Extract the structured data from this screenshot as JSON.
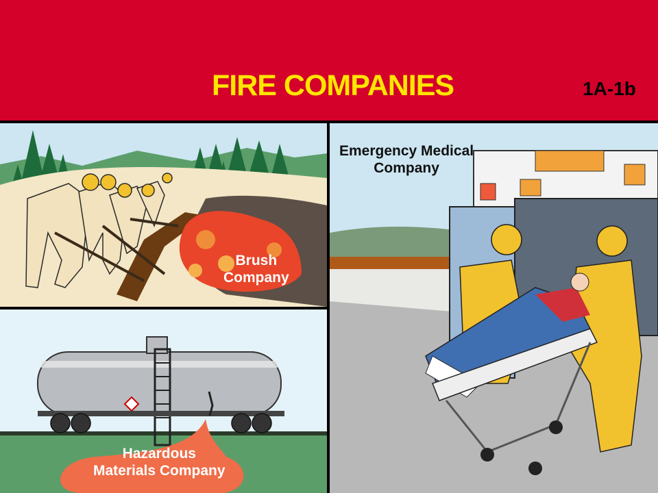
{
  "header": {
    "title": "FIRE COMPANIES",
    "code": "1A-1b"
  },
  "panels": {
    "brush": {
      "line1": "Brush",
      "line2": "Company"
    },
    "hazmat": {
      "line1": "Hazardous",
      "line2": "Materials Company"
    },
    "ems": {
      "line1": "Emergency Medical",
      "line2": "Company"
    }
  },
  "colors": {
    "header_bg": "#d4012b",
    "title": "#ffe500",
    "gear": "#f2c12e",
    "fire": "#e8452a"
  }
}
